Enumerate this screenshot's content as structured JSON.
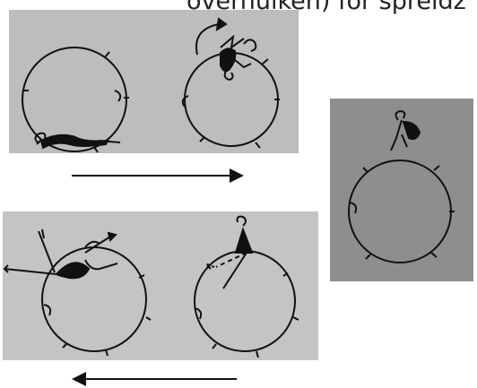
{
  "caption": {
    "text": "overhulken) for spreidz"
  },
  "colors": {
    "panel_light": "#bdbdbd",
    "panel_dark": "#8e8e8e",
    "ink": "#111111"
  },
  "panels": [
    {
      "name": "sequence-start-panel",
      "figures": [
        "wheel-with-fallen-figure",
        "wheel-with-jumping-figure"
      ]
    },
    {
      "name": "balanced-figure-panel",
      "figures": [
        "wheel-with-balanced-figure"
      ]
    },
    {
      "name": "sequence-return-panel",
      "figures": [
        "wheel-with-reaching-figure",
        "wheel-with-pointer-figure"
      ]
    }
  ],
  "arrows": [
    {
      "name": "forward",
      "direction": "right"
    },
    {
      "name": "backward",
      "direction": "left"
    }
  ]
}
